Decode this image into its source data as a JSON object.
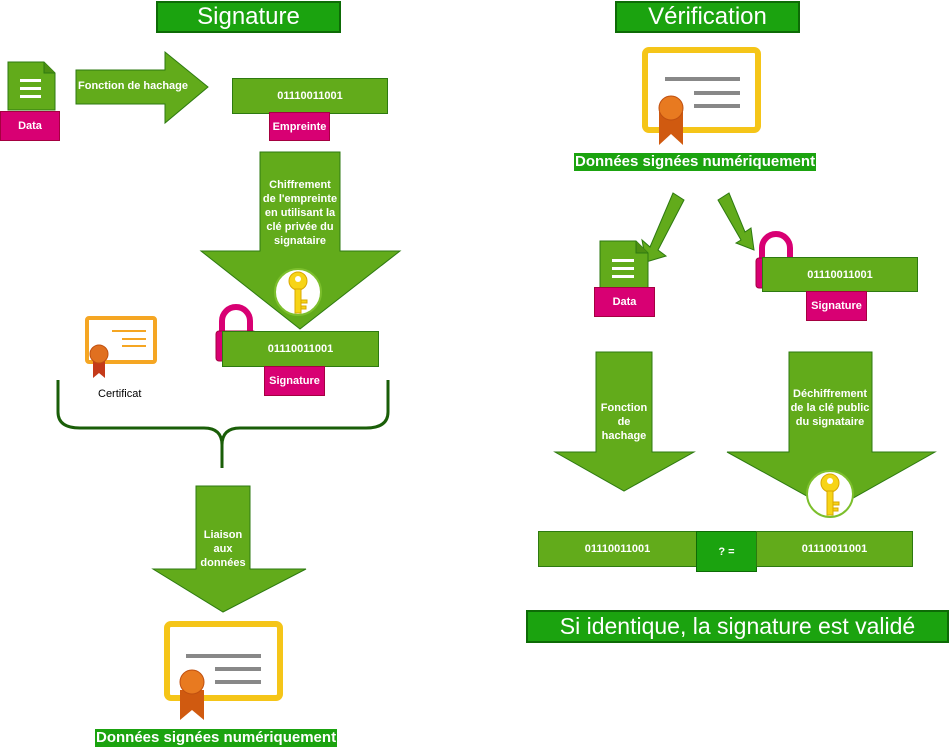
{
  "signature_section": {
    "title": "Signature",
    "hash_function_label": "Fonction de hachage",
    "data_label": "Data",
    "fingerprint_bits": "01110011001",
    "fingerprint_label": "Empreinte",
    "encrypt_label": "Chiffrement de l'empreinte en utilisant la clé privée du signataire",
    "signature_bits": "01110011001",
    "signature_label": "Signature",
    "certificate_label": "Certificat",
    "bind_label": "Liaison aux données",
    "result_label": "Données signées numériquement"
  },
  "verification_section": {
    "title": "Vérification",
    "signed_data_label": "Données signées numériquement",
    "data_label": "Data",
    "signature_bits": "01110011001",
    "signature_label": "Signature",
    "hash_function_label": "Fonction de hachage",
    "decrypt_label": "Déchiffrement de la clé public du signataire",
    "left_bits": "01110011001",
    "compare_label": "? =",
    "right_bits": "01110011001",
    "conclusion": "Si identique, la signature est validé"
  },
  "colors": {
    "green": "#62ab1b",
    "dark_green": "#1ba30f",
    "pink": "#d80073",
    "certificate_yellow": "#f5c518",
    "certificate_orange": "#f5a623",
    "ribbon_orange": "#e07020",
    "key_yellow": "#f7d417"
  }
}
